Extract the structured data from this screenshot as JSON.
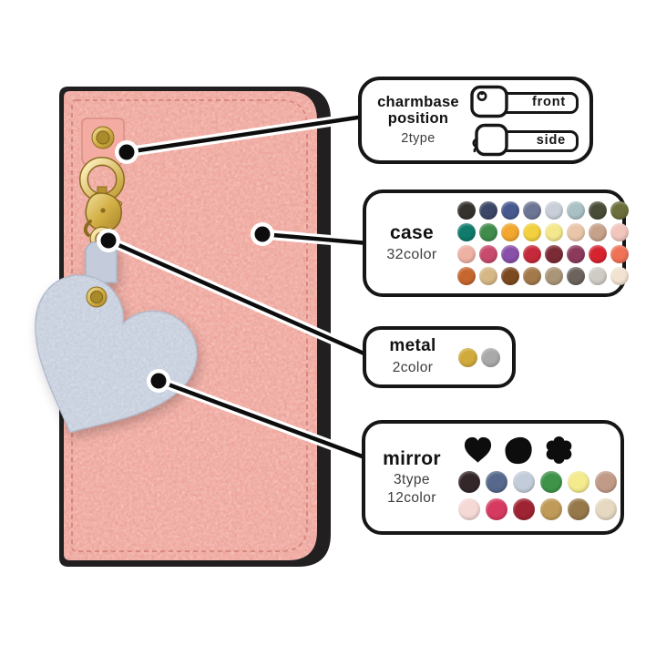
{
  "figure": {
    "type": "annotated product image",
    "subject": "leather flip phone case with heart charm mirror",
    "background": "#ffffff"
  },
  "product": {
    "case_leather_color": "#f2a89e",
    "case_edge_color": "#211f20",
    "stitch_color": "#d4857b",
    "charm_leather_color": "#c6cedd",
    "hardware_gold_color": "#c9a23a"
  },
  "callouts": {
    "charmbase": {
      "title_line1": "charmbase",
      "title_line2": "position",
      "subtitle": "2type",
      "options": [
        {
          "label": "front",
          "icon": "phone-ring-front-icon"
        },
        {
          "label": "side",
          "icon": "phone-ring-side-icon"
        }
      ]
    },
    "case": {
      "title": "case",
      "subtitle": "32color",
      "colors": [
        "#35322e",
        "#3c4666",
        "#48598f",
        "#6d7694",
        "#c9cfd9",
        "#a9c1c4",
        "#494d37",
        "#6c6f3b",
        "#107a6b",
        "#3f8c4c",
        "#f2a72e",
        "#f2d03e",
        "#f4e88c",
        "#eac5a9",
        "#c7a28b",
        "#f0c6bd",
        "#eeb1a3",
        "#c84a6d",
        "#8850a8",
        "#c42a3a",
        "#7b2b35",
        "#8c3a5c",
        "#d6242f",
        "#ef7257",
        "#c5672e",
        "#d6b887",
        "#7c4a21",
        "#a3794a",
        "#ab9578",
        "#6b635c",
        "#cfccc5",
        "#f2e3d1"
      ]
    },
    "metal": {
      "title": "metal",
      "subtitle": "2color",
      "colors": [
        "#d0ab3c",
        "#a9a9a9"
      ]
    },
    "mirror": {
      "title": "mirror",
      "subtitle_type": "3type",
      "subtitle_color": "12color",
      "shapes": [
        "heart",
        "circle",
        "flower"
      ],
      "colors": [
        "#342729",
        "#56688c",
        "#c3cdda",
        "#3f9349",
        "#f4ea8e",
        "#c29a88",
        "#f4d9d5",
        "#d63a60",
        "#9e2433",
        "#c09a58",
        "#97784a",
        "#e6d9c2"
      ]
    }
  }
}
